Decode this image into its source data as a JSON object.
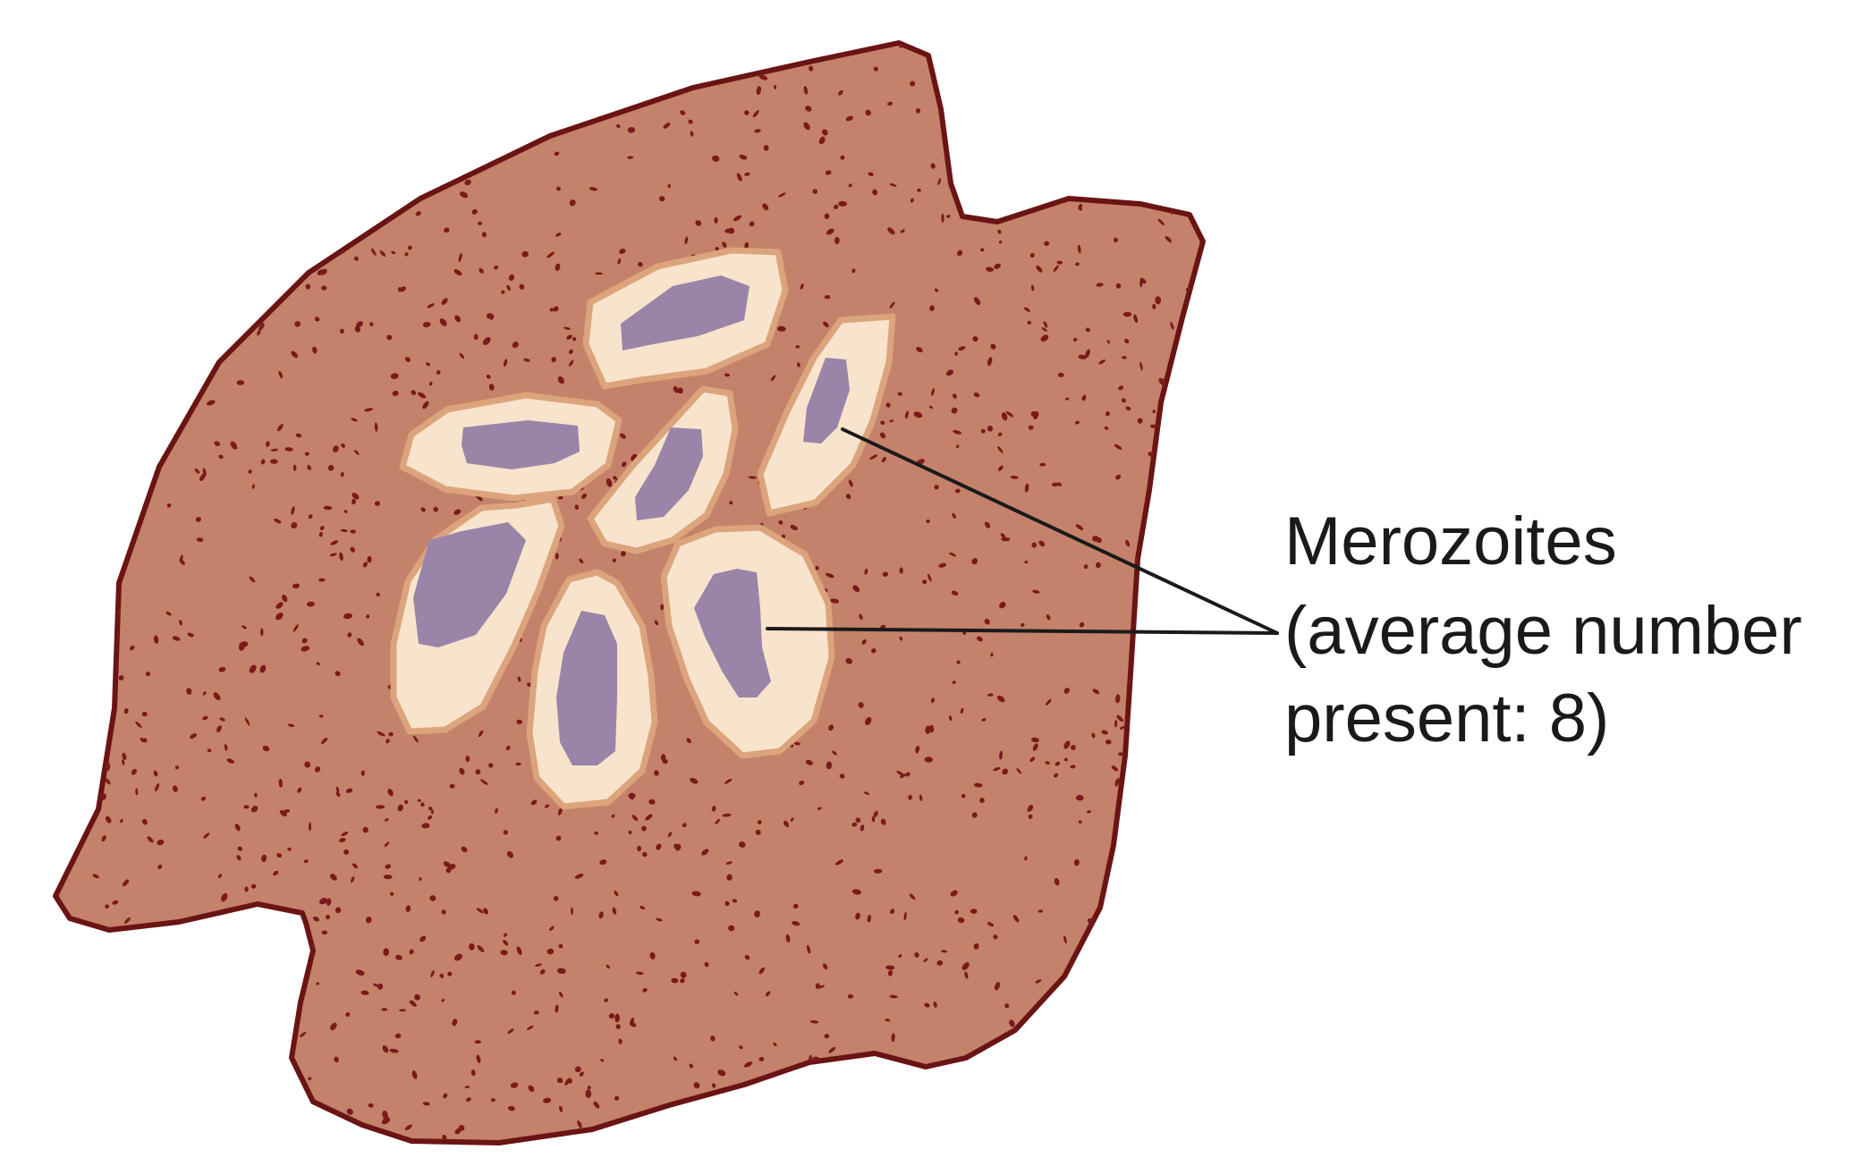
{
  "figure": {
    "label_lines": [
      "Merozoites",
      "(average number",
      "present: 8)"
    ],
    "colors": {
      "background": "#ffffff",
      "cell_fill": "#c4826a",
      "cell_outline": "#6b1414",
      "granules": "#7a1a1a",
      "merozoite_cytoplasm": "#f8e4cc",
      "merozoite_border": "#dca47c",
      "merozoite_nucleus": "#9a84a8",
      "leader_line": "#1a1a1a",
      "label_text": "#1a1a1a"
    },
    "icons": {
      "infected_cell": "schizont-cell-shape",
      "merozoite": "merozoite-blob"
    }
  }
}
